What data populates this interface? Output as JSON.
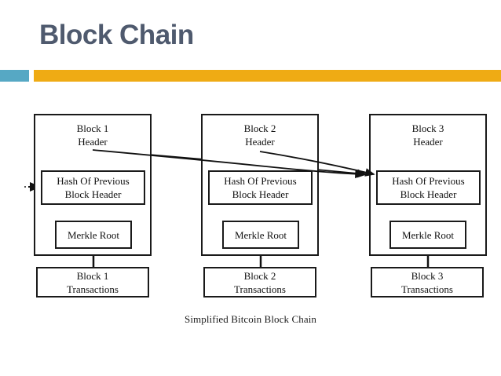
{
  "slide": {
    "title": "Block Chain",
    "accent_teal": "#56a8c4",
    "accent_amber": "#efab14",
    "title_color": "#4f5a6e"
  },
  "diagram": {
    "caption": "Simplified Bitcoin Block Chain",
    "blocks": [
      {
        "header_line1": "Block 1",
        "header_line2": "Header",
        "hash_line1": "Hash Of Previous",
        "hash_line2": "Block Header",
        "merkle_label": "Merkle Root",
        "tx_line1": "Block 1",
        "tx_line2": "Transactions"
      },
      {
        "header_line1": "Block 2",
        "header_line2": "Header",
        "hash_line1": "Hash Of Previous",
        "hash_line2": "Block Header",
        "merkle_label": "Merkle Root",
        "tx_line1": "Block 2",
        "tx_line2": "Transactions"
      },
      {
        "header_line1": "Block 3",
        "header_line2": "Header",
        "hash_line1": "Hash Of Previous",
        "hash_line2": "Block Header",
        "merkle_label": "Merkle Root",
        "tx_line1": "Block 3",
        "tx_line2": "Transactions"
      }
    ]
  }
}
